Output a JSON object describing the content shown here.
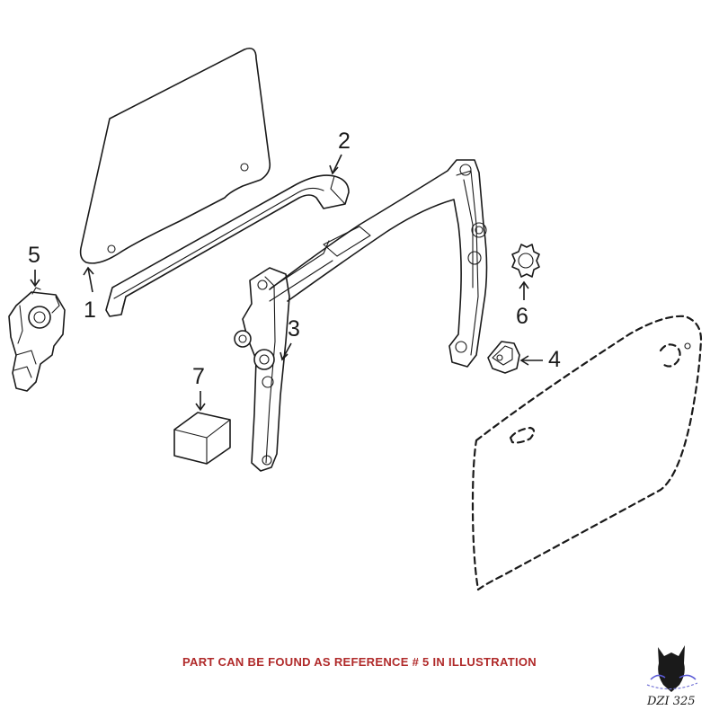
{
  "diagram": {
    "callouts": [
      "1",
      "2",
      "3",
      "4",
      "5",
      "6",
      "7"
    ],
    "parts": {
      "glass": "door-window-glass",
      "channel": "window-glass-run-channel",
      "regulator": "window-regulator",
      "bracket": "mounting-bracket",
      "motor": "window-motor",
      "gear": "sprocket-gear",
      "pad": "foam-pad",
      "door": "door-shell-outline"
    }
  },
  "caption": {
    "text": "PART CAN BE FOUND AS REFERENCE # 5 IN ILLUSTRATION",
    "color": "#b02a2a"
  },
  "logo": {
    "text": "DZI 325"
  },
  "colors": {
    "line": "#1a1a1a",
    "caption": "#b02a2a",
    "background": "#ffffff"
  }
}
